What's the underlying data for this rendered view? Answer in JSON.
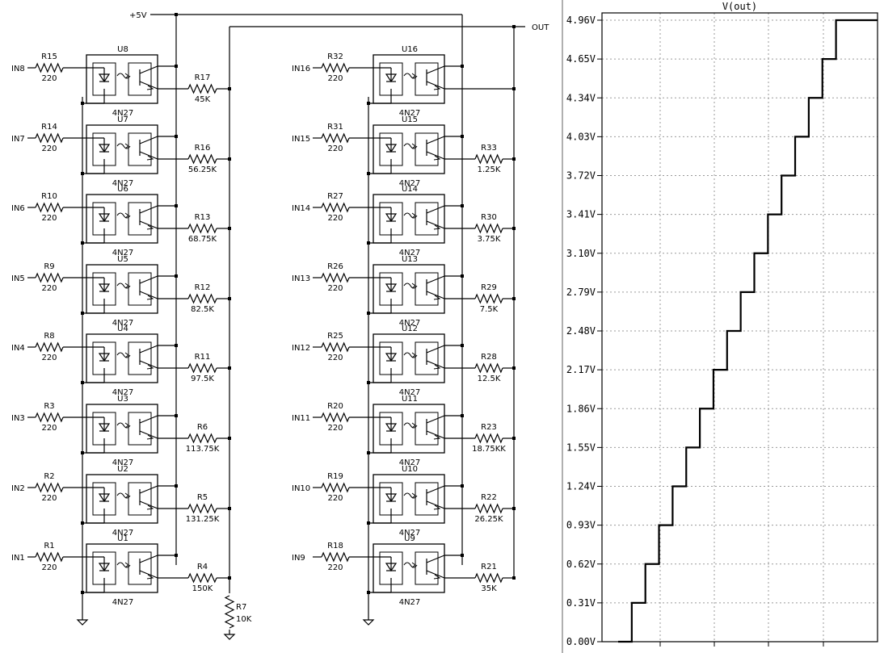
{
  "schematic": {
    "vcc_label": "+5V",
    "out_label": "OUT",
    "opto_model": "4N27",
    "pulldown": {
      "name": "R7",
      "value": "10K"
    },
    "left_channels": [
      {
        "input": "IN8",
        "input_res": "R15",
        "input_val": "220",
        "opto": "U8",
        "ladder_res": "R17",
        "ladder_val": "45K"
      },
      {
        "input": "IN7",
        "input_res": "R14",
        "input_val": "220",
        "opto": "U7",
        "ladder_res": "R16",
        "ladder_val": "56.25K"
      },
      {
        "input": "IN6",
        "input_res": "R10",
        "input_val": "220",
        "opto": "U6",
        "ladder_res": "R13",
        "ladder_val": "68.75K"
      },
      {
        "input": "IN5",
        "input_res": "R9",
        "input_val": "220",
        "opto": "U5",
        "ladder_res": "R12",
        "ladder_val": "82.5K"
      },
      {
        "input": "IN4",
        "input_res": "R8",
        "input_val": "220",
        "opto": "U4",
        "ladder_res": "R11",
        "ladder_val": "97.5K"
      },
      {
        "input": "IN3",
        "input_res": "R3",
        "input_val": "220",
        "opto": "U3",
        "ladder_res": "R6",
        "ladder_val": "113.75K"
      },
      {
        "input": "IN2",
        "input_res": "R2",
        "input_val": "220",
        "opto": "U2",
        "ladder_res": "R5",
        "ladder_val": "131.25K"
      },
      {
        "input": "IN1",
        "input_res": "R1",
        "input_val": "220",
        "opto": "U1",
        "ladder_res": "R4",
        "ladder_val": "150K"
      }
    ],
    "right_channels": [
      {
        "input": "IN16",
        "input_res": "R32",
        "input_val": "220",
        "opto": "U16",
        "ladder_res": "",
        "ladder_val": ""
      },
      {
        "input": "IN15",
        "input_res": "R31",
        "input_val": "220",
        "opto": "U15",
        "ladder_res": "R33",
        "ladder_val": "1.25K"
      },
      {
        "input": "IN14",
        "input_res": "R27",
        "input_val": "220",
        "opto": "U14",
        "ladder_res": "R30",
        "ladder_val": "3.75K"
      },
      {
        "input": "IN13",
        "input_res": "R26",
        "input_val": "220",
        "opto": "U13",
        "ladder_res": "R29",
        "ladder_val": "7.5K"
      },
      {
        "input": "IN12",
        "input_res": "R25",
        "input_val": "220",
        "opto": "U12",
        "ladder_res": "R28",
        "ladder_val": "12.5K"
      },
      {
        "input": "IN11",
        "input_res": "R20",
        "input_val": "220",
        "opto": "U11",
        "ladder_res": "R23",
        "ladder_val": "18.75KK"
      },
      {
        "input": "IN10",
        "input_res": "R19",
        "input_val": "220",
        "opto": "U10",
        "ladder_res": "R22",
        "ladder_val": "26.25K"
      },
      {
        "input": "IN9",
        "input_res": "R18",
        "input_val": "220",
        "opto": "U9",
        "ladder_res": "R21",
        "ladder_val": "35K"
      }
    ]
  },
  "chart_data": {
    "type": "line",
    "title": "V(out)",
    "xlabel": "",
    "ylabel": "",
    "yticks": [
      "0.00V",
      "0.31V",
      "0.62V",
      "0.93V",
      "1.24V",
      "1.55V",
      "1.86V",
      "2.17V",
      "2.48V",
      "2.79V",
      "3.10V",
      "3.41V",
      "3.72V",
      "4.03V",
      "4.34V",
      "4.65V",
      "4.96V"
    ],
    "ylim": [
      0,
      4.96
    ],
    "grid": true,
    "step": true,
    "series": [
      {
        "values": [
          0.0,
          0.31,
          0.62,
          0.93,
          1.24,
          1.55,
          1.86,
          2.17,
          2.48,
          2.79,
          3.1,
          3.41,
          3.72,
          4.03,
          4.34,
          4.65,
          4.96
        ]
      }
    ],
    "colors": {
      "trace": "#000000",
      "grid": "#9a9a9a",
      "frame": "#000000"
    }
  }
}
